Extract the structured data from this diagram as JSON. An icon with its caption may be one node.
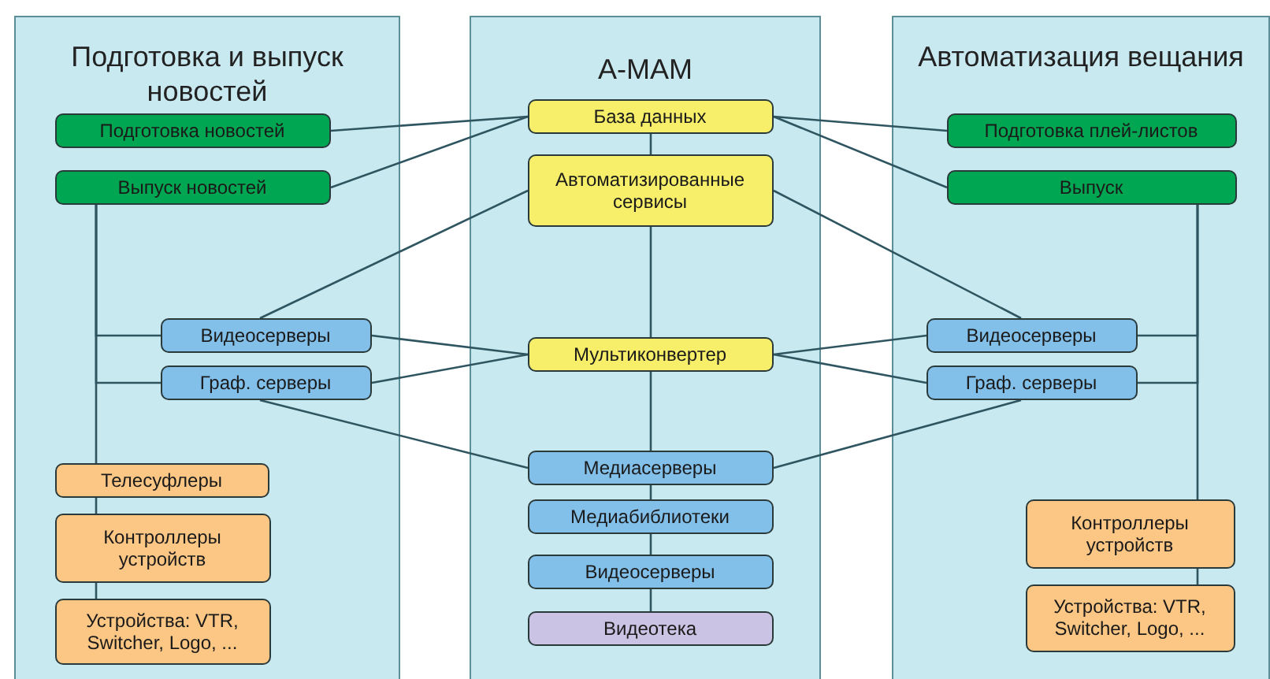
{
  "diagram": {
    "nodes": [
      {
        "text": [
          "Подготовка и выпуск новостей"
        ]
      },
      {
        "text": [
          "Подготовка новостей"
        ],
        "in": 0
      },
      {
        "text": [
          "Выпуск новостей"
        ],
        "in": 0
      },
      {
        "text": [
          "Видеосерверы"
        ],
        "in": 0
      },
      {
        "text": [
          "Граф. серверы"
        ],
        "in": 0
      },
      {
        "text": [
          "Телесуфлеры"
        ],
        "in": 0
      },
      {
        "text": [
          "Контроллеры устройств"
        ],
        "in": 0
      },
      {
        "text": [
          "Устройства: VTR, Switcher, Logo, ..."
        ],
        "in": 0
      },
      {
        "text": [
          "A-MAM"
        ]
      },
      {
        "text": [
          "База данных"
        ],
        "in": 8
      },
      {
        "text": [
          "Автоматизированные сервисы"
        ],
        "in": 8
      },
      {
        "text": [
          "Мультиконвертер"
        ],
        "in": 8
      },
      {
        "text": [
          "Медиасерверы"
        ],
        "in": 8
      },
      {
        "text": [
          "Медиабиблиотеки"
        ],
        "in": 8
      },
      {
        "text": [
          "Видеосерверы"
        ],
        "in": 8
      },
      {
        "text": [
          "Видеотека"
        ],
        "in": 8
      },
      {
        "text": [
          "Автоматизация вещания"
        ]
      },
      {
        "text": [
          "Подготовка плей-листов"
        ],
        "in": 16
      },
      {
        "text": [
          "Выпуск"
        ],
        "in": 16
      },
      {
        "text": [
          "Видеосерверы"
        ],
        "in": 16
      },
      {
        "text": [
          "Граф. серверы"
        ],
        "in": 16
      },
      {
        "text": [
          "Контроллеры устройств"
        ],
        "in": 16
      },
      {
        "text": [
          "Устройства: VTR, Switcher, Logo, ..."
        ],
        "in": 16
      }
    ],
    "edges": [
      {
        "from": 1,
        "to": 9,
        "arrow": "none"
      },
      {
        "from": 2,
        "to": 9,
        "arrow": "none"
      },
      {
        "from": 3,
        "to": 10,
        "arrow": "none"
      },
      {
        "from": 3,
        "to": 11,
        "arrow": "none"
      },
      {
        "from": 4,
        "to": 11,
        "arrow": "none"
      },
      {
        "from": 4,
        "to": 12,
        "arrow": "none"
      },
      {
        "from": 2,
        "to": 3,
        "arrow": "none"
      },
      {
        "from": 2,
        "to": 4,
        "arrow": "none"
      },
      {
        "from": 2,
        "to": 5,
        "arrow": "none"
      },
      {
        "from": 5,
        "to": 6,
        "arrow": "none"
      },
      {
        "from": 6,
        "to": 7,
        "arrow": "none"
      },
      {
        "from": 9,
        "to": 10,
        "arrow": "none"
      },
      {
        "from": 10,
        "to": 11,
        "arrow": "none"
      },
      {
        "from": 11,
        "to": 12,
        "arrow": "none"
      },
      {
        "from": 12,
        "to": 13,
        "arrow": "none"
      },
      {
        "from": 13,
        "to": 14,
        "arrow": "none"
      },
      {
        "from": 14,
        "to": 15,
        "arrow": "none"
      },
      {
        "from": 9,
        "to": 17,
        "arrow": "none"
      },
      {
        "from": 9,
        "to": 18,
        "arrow": "none"
      },
      {
        "from": 10,
        "to": 19,
        "arrow": "none"
      },
      {
        "from": 11,
        "to": 19,
        "arrow": "none"
      },
      {
        "from": 11,
        "to": 20,
        "arrow": "none"
      },
      {
        "from": 12,
        "to": 20,
        "arrow": "none"
      },
      {
        "from": 18,
        "to": 19,
        "arrow": "none"
      },
      {
        "from": 18,
        "to": 20,
        "arrow": "none"
      },
      {
        "from": 18,
        "to": 21,
        "arrow": "none"
      },
      {
        "from": 21,
        "to": 22,
        "arrow": "none"
      }
    ]
  }
}
